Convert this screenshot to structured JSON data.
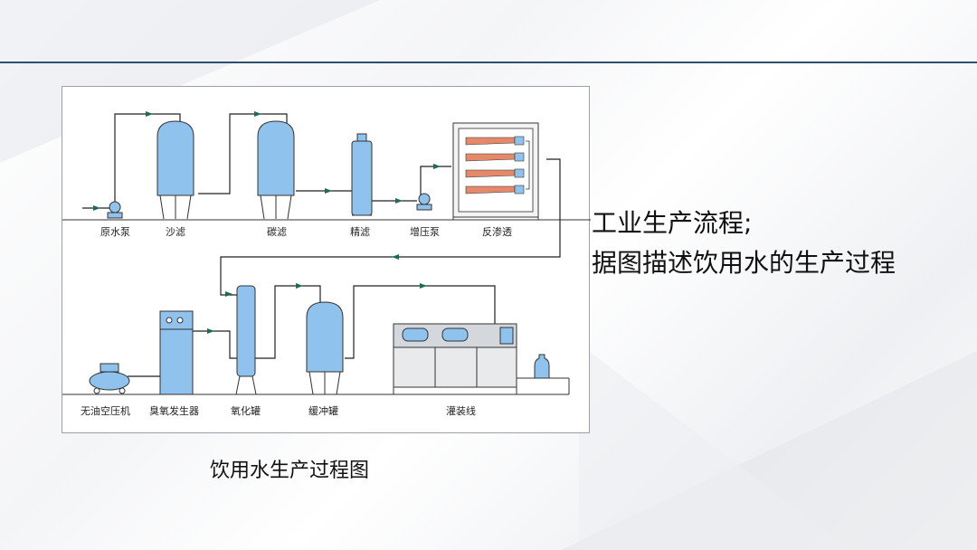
{
  "labels": {
    "raw_pump": "原水泵",
    "sand_filter": "沙滤",
    "carbon_filter": "碳滤",
    "fine_filter": "精滤",
    "booster_pump": "增压泵",
    "reverse_osmosis": "反渗透",
    "oil_free_compressor": "无油空压机",
    "ozone_generator": "臭氧发生器",
    "oxidation_tank": "氧化罐",
    "buffer_tank": "缓冲罐",
    "filling_line": "灌装线"
  },
  "caption": "饮用水生产过程图",
  "side_text": {
    "line1": "工业生产流程;",
    "line2": "据图描述饮用水的生产过程"
  },
  "colors": {
    "tank_blue": "#8fc2ec",
    "rule": "#2f4f6e",
    "pipe": "#222222"
  }
}
